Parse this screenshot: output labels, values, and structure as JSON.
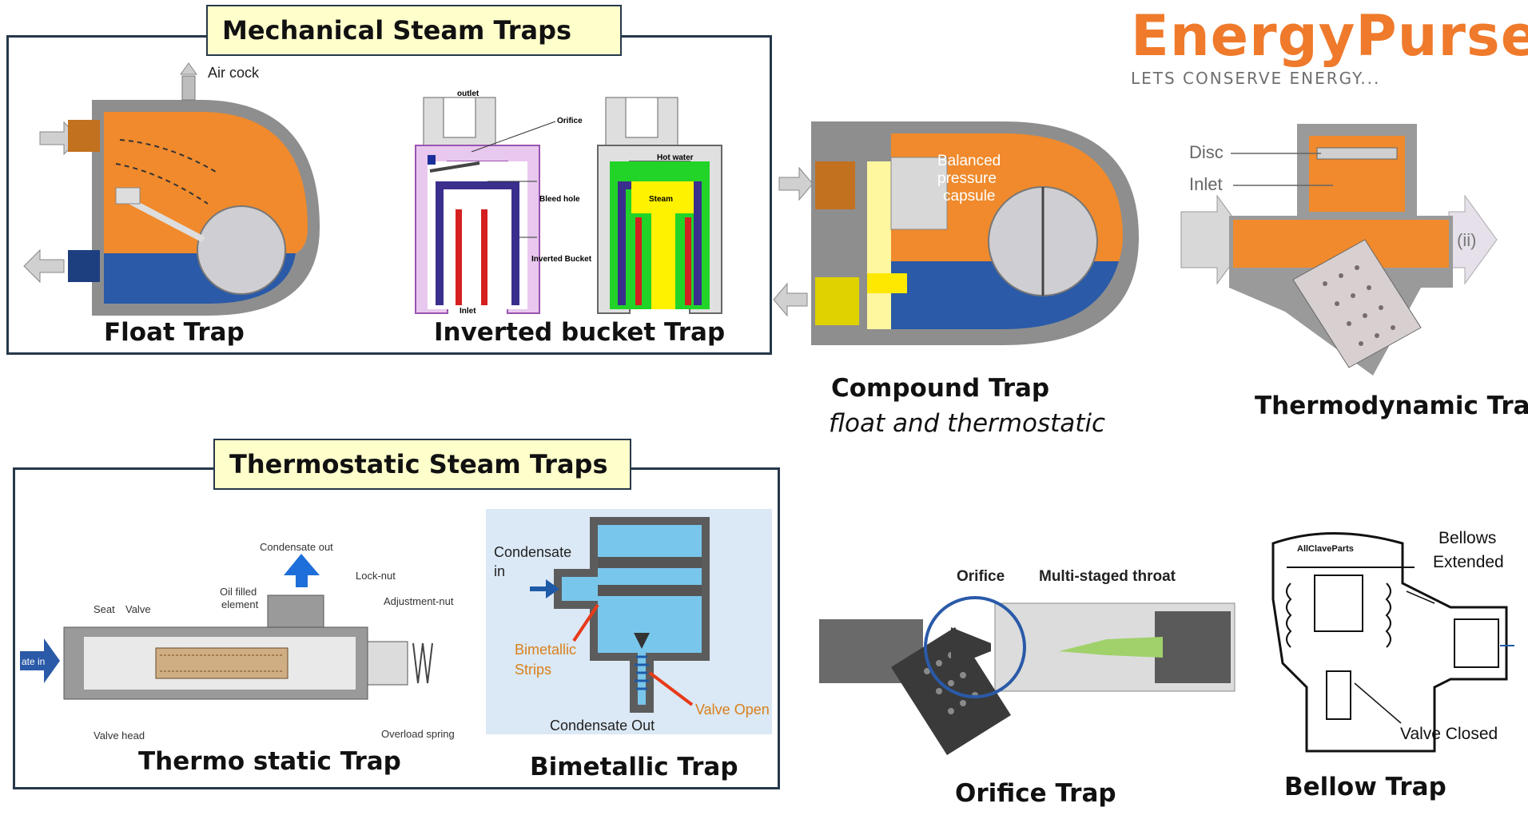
{
  "brand": {
    "name": "EnergyPurse",
    "tagline": "LETS CONSERVE ENERGY..."
  },
  "mechanical": {
    "title": "Mechanical Steam Traps",
    "float_trap": {
      "caption": "Float Trap",
      "label_air_cock": "Air cock"
    },
    "inverted_bucket": {
      "caption": "Inverted bucket Trap",
      "labels": {
        "outlet": "outlet",
        "orifice": "Orifice",
        "bleed_hole": "Bleed hole",
        "inverted_bucket": "Inverted Bucket",
        "inlet": "Inlet",
        "hot_water": "Hot water",
        "steam": "Steam"
      }
    }
  },
  "compound": {
    "caption": "Compound Trap",
    "subtitle": "float and thermostatic",
    "capsule": [
      "Balanced",
      "pressure",
      "capsule"
    ]
  },
  "thermodynamic": {
    "caption": "Thermodynamic Trap",
    "labels": {
      "disc": "Disc",
      "inlet": "Inlet",
      "outlet": "(ii)"
    }
  },
  "thermostatic": {
    "title": "Thermostatic Steam Traps",
    "thermo_static": {
      "caption": "Thermo static Trap",
      "labels": {
        "condensate_out": "Condensate out",
        "lock_nut": "Lock-nut",
        "adjustment_nut": "Adjustment-nut",
        "oil_filled": "Oil filled",
        "element": "element",
        "seat": "Seat",
        "valve": "Valve",
        "valve_head": "Valve head",
        "overload_spring": "Overload spring",
        "state_in": "ate in"
      }
    },
    "bimetallic": {
      "caption": "Bimetallic Trap",
      "labels": {
        "condensate": "Condensate",
        "in": "in",
        "bimetallic": "Bimetallic",
        "strips": "Strips",
        "valve_open": "Valve Open",
        "condensate_out": "Condensate Out"
      }
    }
  },
  "orifice": {
    "caption": "Orifice Trap",
    "labels": {
      "orifice": "Orifice",
      "throat": "Multi-staged throat"
    }
  },
  "bellow": {
    "caption": "Bellow Trap",
    "labels": {
      "bellows": "Bellows",
      "extended": "Extended",
      "valve_closed": "Valve Closed",
      "brand": "AllClaveParts"
    }
  },
  "colors": {
    "steam": "#f08a2c",
    "condensate": "#2a5aa8",
    "body": "#8e8e8e",
    "frame": "#26384a",
    "title_bg": "#ffffcc"
  }
}
